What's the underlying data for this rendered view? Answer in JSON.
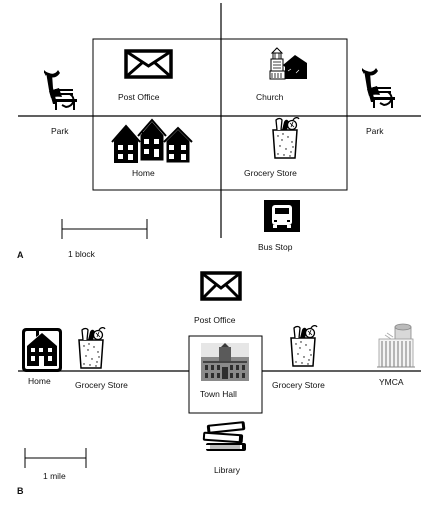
{
  "panel_a": {
    "letter": "A",
    "places": {
      "post_office": "Post Office",
      "church": "Church",
      "park_left": "Park",
      "park_right": "Park",
      "home": "Home",
      "grocery_store": "Grocery Store",
      "bus_stop": "Bus Stop"
    },
    "scale_label": "1 block"
  },
  "panel_b": {
    "letter": "B",
    "places": {
      "post_office": "Post Office",
      "home": "Home",
      "grocery_store_left": "Grocery Store",
      "town_hall": "Town Hall",
      "grocery_store_right": "Grocery Store",
      "ymca": "YMCA",
      "library": "Library"
    },
    "scale_label": "1 mile"
  },
  "icons": {
    "envelope": "envelope-icon",
    "church": "church-icon",
    "park_bench": "park-bench-icon",
    "houses": "houses-icon",
    "grocery_bag": "grocery-bag-icon",
    "bus": "bus-icon",
    "house": "house-icon",
    "town_hall": "town-hall-icon",
    "books": "books-icon",
    "ymca_building": "ymca-building-icon"
  }
}
